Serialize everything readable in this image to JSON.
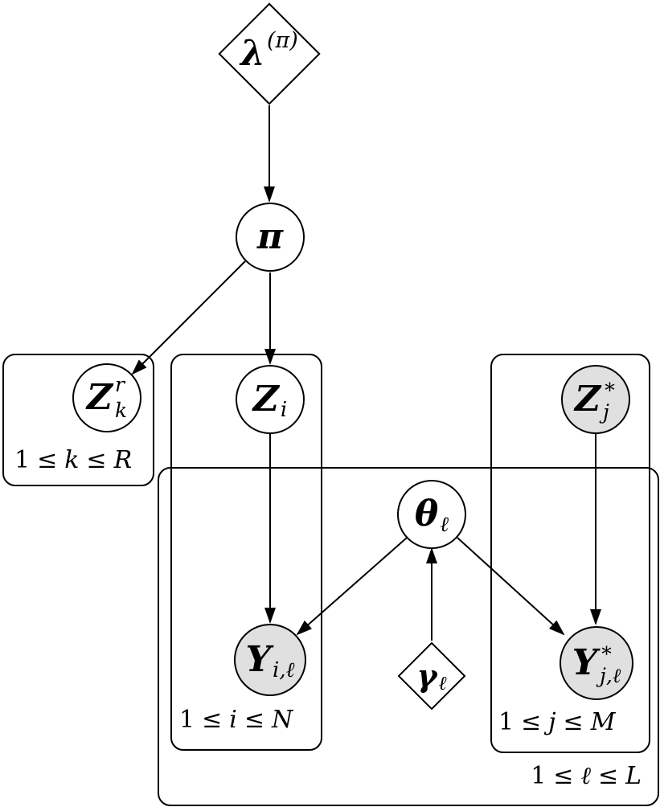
{
  "diagram": {
    "type": "plate-notation-graphical-model",
    "colors": {
      "background": "#ffffff",
      "stroke": "#000000",
      "observed_fill": "#e0e0e0",
      "unobserved_fill": "#ffffff"
    },
    "nodes": {
      "lambda_pi": {
        "main": "λ",
        "sup": "(π)",
        "shape": "diamond",
        "observed": false
      },
      "pi": {
        "main": "π",
        "shape": "circle",
        "observed": false
      },
      "z_k": {
        "main": "Z",
        "sup": "r",
        "sub": "k",
        "shape": "circle",
        "observed": false
      },
      "z_i": {
        "main": "Z",
        "sub": "i",
        "shape": "circle",
        "observed": false
      },
      "z_j_star": {
        "main": "Z",
        "sup": "∗",
        "sub": "j",
        "shape": "circle",
        "observed": true
      },
      "theta_l": {
        "main": "θ",
        "sub": "ℓ",
        "shape": "circle",
        "observed": false
      },
      "y_i_l": {
        "main": "Y",
        "sub": "i,ℓ",
        "shape": "circle",
        "observed": true
      },
      "gamma_l": {
        "main": "γ",
        "sub": "ℓ",
        "shape": "diamond",
        "observed": false
      },
      "y_j_l_star": {
        "main": "Y",
        "sup": "∗",
        "sub": "j,ℓ",
        "shape": "circle",
        "observed": true
      }
    },
    "plates": {
      "k": {
        "p1": "1",
        "leq1": "≤",
        "var": "k",
        "leq2": "≤",
        "bound": "R"
      },
      "i": {
        "p1": "1",
        "leq1": "≤",
        "var": "i",
        "leq2": "≤",
        "bound": "N"
      },
      "j": {
        "p1": "1",
        "leq1": "≤",
        "var": "j",
        "leq2": "≤",
        "bound": "M"
      },
      "l": {
        "p1": "1",
        "leq1": "≤",
        "var": "ℓ",
        "leq2": "≤",
        "bound": "L"
      }
    },
    "edges": [
      {
        "from": "lambda_pi",
        "to": "pi"
      },
      {
        "from": "pi",
        "to": "z_k"
      },
      {
        "from": "pi",
        "to": "z_i"
      },
      {
        "from": "z_i",
        "to": "y_i_l"
      },
      {
        "from": "z_j_star",
        "to": "y_j_l_star"
      },
      {
        "from": "theta_l",
        "to": "y_i_l"
      },
      {
        "from": "theta_l",
        "to": "y_j_l_star"
      },
      {
        "from": "gamma_l",
        "to": "theta_l"
      }
    ]
  }
}
